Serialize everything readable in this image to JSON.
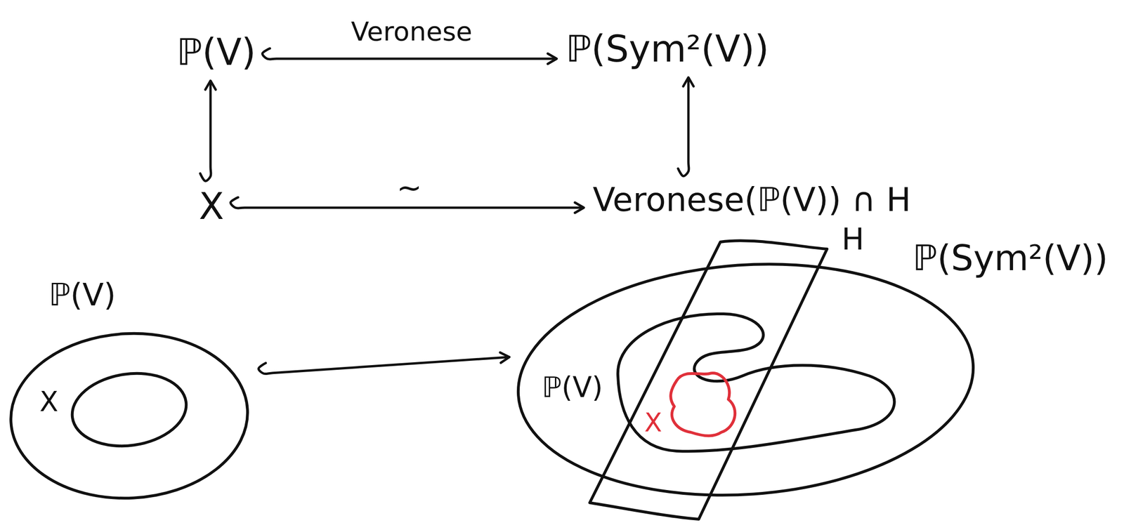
{
  "diagram": {
    "nodes": [
      {
        "text": [
          "ℙ(V)"
        ]
      },
      {
        "text": [
          "ℙ(Sym²(V))"
        ]
      },
      {
        "text": [
          "X"
        ]
      },
      {
        "text": [
          "Veronese(ℙ(V)) ∩ H"
        ]
      },
      {
        "text": [
          "ℙ(V)",
          "X"
        ]
      },
      {
        "text": [
          "ℙ(Sym²(V))"
        ]
      },
      {
        "text": [
          "ℙ(V)"
        ],
        "in": 5
      },
      {
        "text": [
          "H"
        ]
      },
      {
        "text": [
          "X"
        ],
        "in": 6
      }
    ],
    "edges": [
      {
        "from": 0,
        "to": 1,
        "label": "Veronese",
        "arrow": "to"
      },
      {
        "from": 2,
        "to": 0,
        "arrow": "to"
      },
      {
        "from": 3,
        "to": 1,
        "arrow": "to"
      },
      {
        "from": 2,
        "to": 3,
        "label": "~",
        "arrow": "to"
      },
      {
        "from": 4,
        "to": 5,
        "arrow": "to"
      }
    ]
  }
}
